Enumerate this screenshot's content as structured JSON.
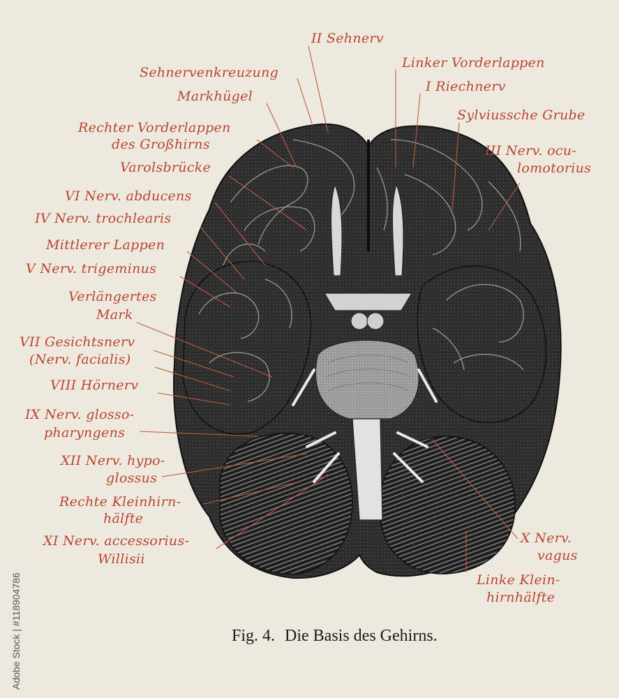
{
  "figure": {
    "caption_number": "Fig. 4.",
    "caption_title": "Die Basis des Gehirns.",
    "stock_id": "Adobe Stock | #118904786"
  },
  "colors": {
    "label": "#b8452f",
    "leader": "#c25a40",
    "ink": "#1b1b1b",
    "paper": "#eee9df"
  },
  "labels": {
    "sehnerv": "II Sehnerv",
    "linker_vorderlappen": "Linker Vorderlappen",
    "sehnervenkreuzung": "Sehnervenkreuzung",
    "riechnerv": "I Riechnerv",
    "markhuegel": "Markhügel",
    "sylviussche_grube": "Sylviussche Grube",
    "rechter_vorderlappen_1": "Rechter Vorderlappen",
    "rechter_vorderlappen_2": "des Großhirns",
    "oculomotorius_1": "III Nerv. ocu-",
    "oculomotorius_2": "lomotorius",
    "varolsbruecke": "Varolsbrücke",
    "abducens": "VI Nerv. abducens",
    "trochlearis": "IV Nerv. trochlearis",
    "mittlerer_lappen": "Mittlerer Lappen",
    "trigeminus": "V Nerv. trigeminus",
    "verlaengertes_1": "Verlängertes",
    "verlaengertes_2": "Mark",
    "gesichtsnerv_1": "VII Gesichtsnerv",
    "gesichtsnerv_2": "(Nerv. facialis)",
    "hoernerv": "VIII Hörnerv",
    "glosso_1": "IX Nerv. glosso-",
    "glosso_2": "pharyngens",
    "hypo_1": "XII Nerv. hypo-",
    "hypo_2": "glossus",
    "rechte_klein_1": "Rechte Kleinhirn-",
    "rechte_klein_2": "hälfte",
    "accessorius_1": "XI Nerv. accessorius-",
    "accessorius_2": "Willisii",
    "vagus_1": "X Nerv.",
    "vagus_2": "vagus",
    "linke_klein_1": "Linke Klein-",
    "linke_klein_2": "hirnhälfte"
  }
}
